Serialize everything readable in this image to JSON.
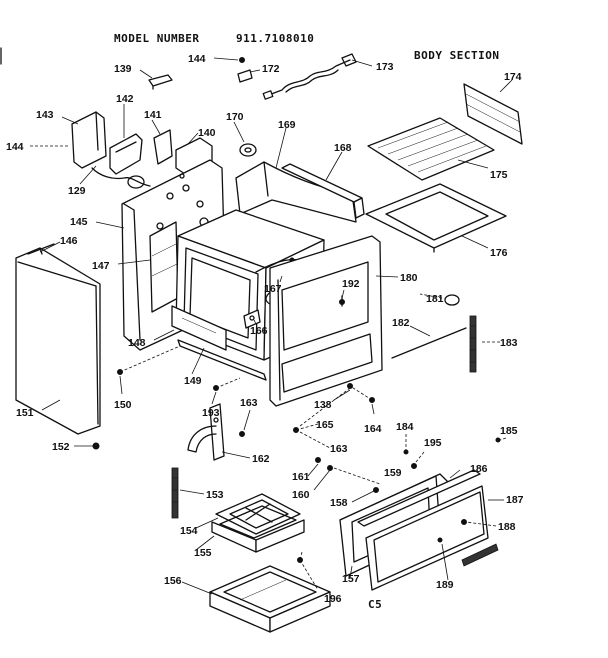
{
  "header": {
    "model_label": "MODEL NUMBER",
    "model_number": "911.7108010",
    "section_title": "BODY SECTION"
  },
  "footer": {
    "page_code": "C5"
  },
  "callouts": [
    {
      "id": "139",
      "text": "139"
    },
    {
      "id": "144a",
      "text": "144"
    },
    {
      "id": "172",
      "text": "172"
    },
    {
      "id": "173",
      "text": "173"
    },
    {
      "id": "174",
      "text": "174"
    },
    {
      "id": "143",
      "text": "143"
    },
    {
      "id": "142",
      "text": "142"
    },
    {
      "id": "141",
      "text": "141"
    },
    {
      "id": "140",
      "text": "140"
    },
    {
      "id": "170",
      "text": "170"
    },
    {
      "id": "169",
      "text": "169"
    },
    {
      "id": "168",
      "text": "168"
    },
    {
      "id": "144b",
      "text": "144"
    },
    {
      "id": "129",
      "text": "129"
    },
    {
      "id": "175",
      "text": "175"
    },
    {
      "id": "145",
      "text": "145"
    },
    {
      "id": "146",
      "text": "146"
    },
    {
      "id": "176",
      "text": "176"
    },
    {
      "id": "147",
      "text": "147"
    },
    {
      "id": "167",
      "text": "167"
    },
    {
      "id": "180",
      "text": "180"
    },
    {
      "id": "192",
      "text": "192"
    },
    {
      "id": "181",
      "text": "181"
    },
    {
      "id": "166",
      "text": "166"
    },
    {
      "id": "182",
      "text": "182"
    },
    {
      "id": "183",
      "text": "183"
    },
    {
      "id": "148",
      "text": "148"
    },
    {
      "id": "149",
      "text": "149"
    },
    {
      "id": "150",
      "text": "150"
    },
    {
      "id": "193",
      "text": "193"
    },
    {
      "id": "163a",
      "text": "163"
    },
    {
      "id": "138",
      "text": "138"
    },
    {
      "id": "151",
      "text": "151"
    },
    {
      "id": "165",
      "text": "165"
    },
    {
      "id": "164",
      "text": "164"
    },
    {
      "id": "184",
      "text": "184"
    },
    {
      "id": "195",
      "text": "195"
    },
    {
      "id": "185",
      "text": "185"
    },
    {
      "id": "163b",
      "text": "163"
    },
    {
      "id": "152",
      "text": "152"
    },
    {
      "id": "162",
      "text": "162"
    },
    {
      "id": "161",
      "text": "161"
    },
    {
      "id": "159",
      "text": "159"
    },
    {
      "id": "186",
      "text": "186"
    },
    {
      "id": "160",
      "text": "160"
    },
    {
      "id": "153",
      "text": "153"
    },
    {
      "id": "158",
      "text": "158"
    },
    {
      "id": "187",
      "text": "187"
    },
    {
      "id": "154",
      "text": "154"
    },
    {
      "id": "188",
      "text": "188"
    },
    {
      "id": "155",
      "text": "155"
    },
    {
      "id": "157",
      "text": "157"
    },
    {
      "id": "189",
      "text": "189"
    },
    {
      "id": "156",
      "text": "156"
    },
    {
      "id": "196",
      "text": "196"
    }
  ]
}
